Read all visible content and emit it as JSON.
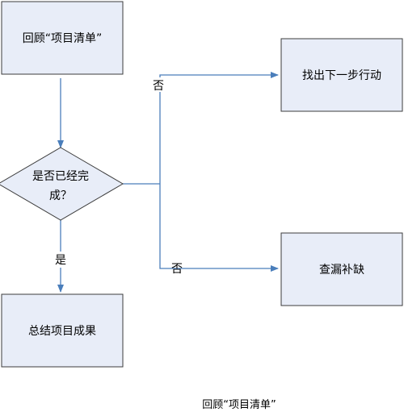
{
  "colors": {
    "box_fill": "#e8edf8",
    "box_stroke": "#3c3c3c",
    "connector": "#4a7ebb"
  },
  "nodes": {
    "review": "回顾“项目清单”",
    "decision_line1": "是否已经完",
    "decision_line2": "成？",
    "next_action": "找出下一步行动",
    "fill_gaps": "查漏补缺",
    "summarize": "总结项目成果"
  },
  "edges": {
    "no_upper": "否",
    "no_lower": "否",
    "yes": "是"
  },
  "caption": "回顾“项目清单”"
}
